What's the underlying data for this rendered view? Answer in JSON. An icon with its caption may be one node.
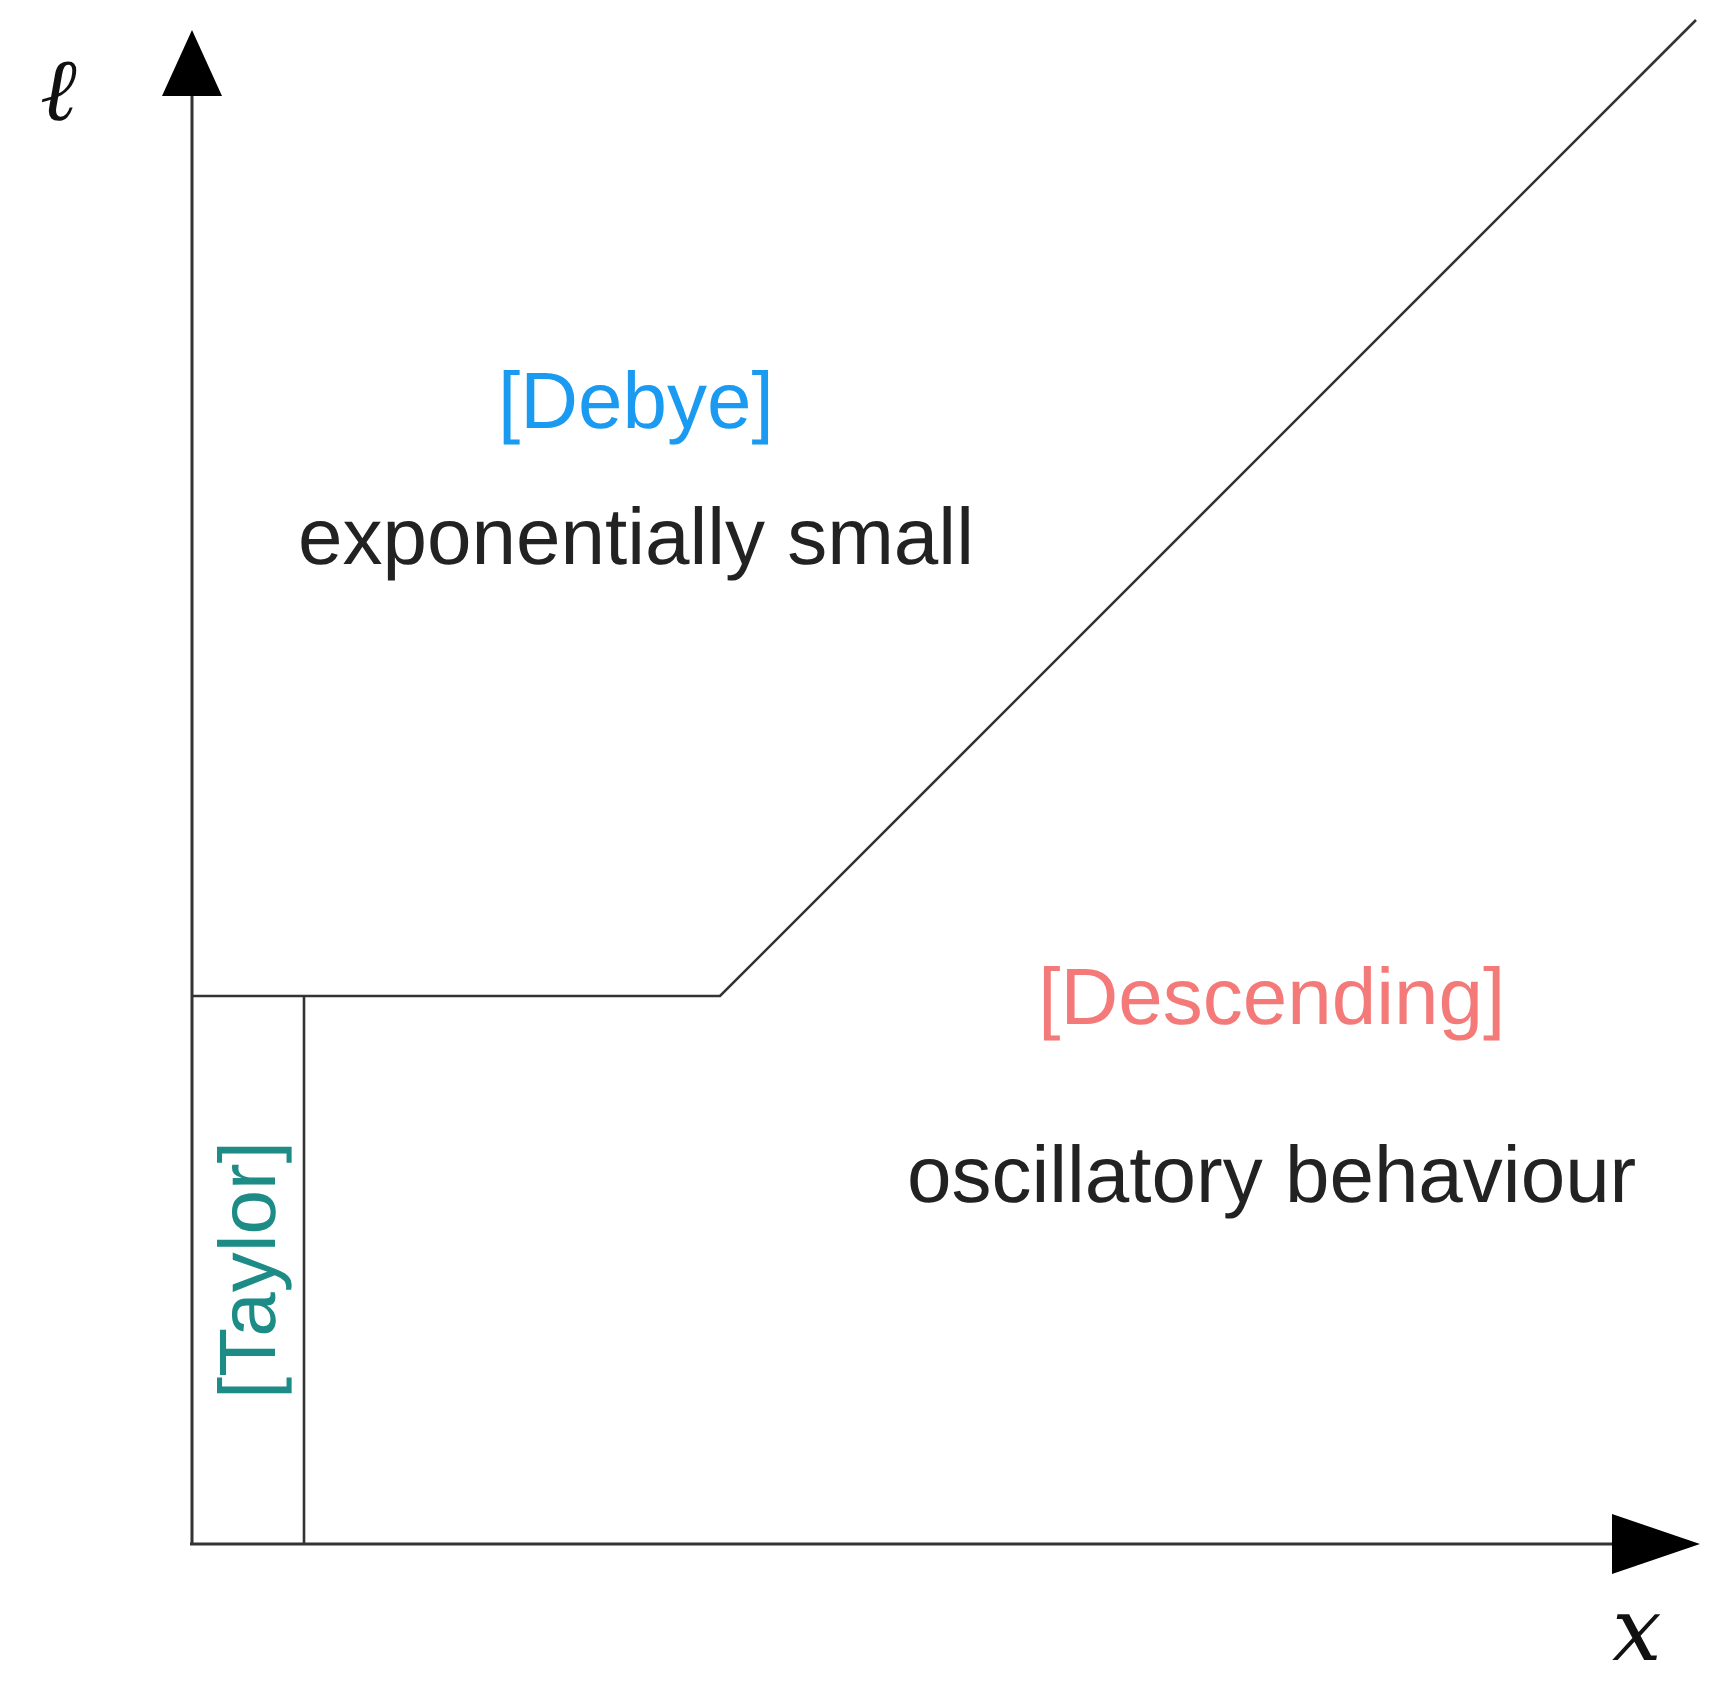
{
  "diagram": {
    "nodes": [
      {
        "text": [
          "[Debye]",
          "exponentially small"
        ]
      },
      {
        "text": [
          "[Descending]",
          "oscillatory behaviour"
        ]
      },
      {
        "text": [
          "[Taylor]"
        ]
      }
    ],
    "edges": [],
    "labels": [
      "ℓ",
      "x"
    ]
  }
}
